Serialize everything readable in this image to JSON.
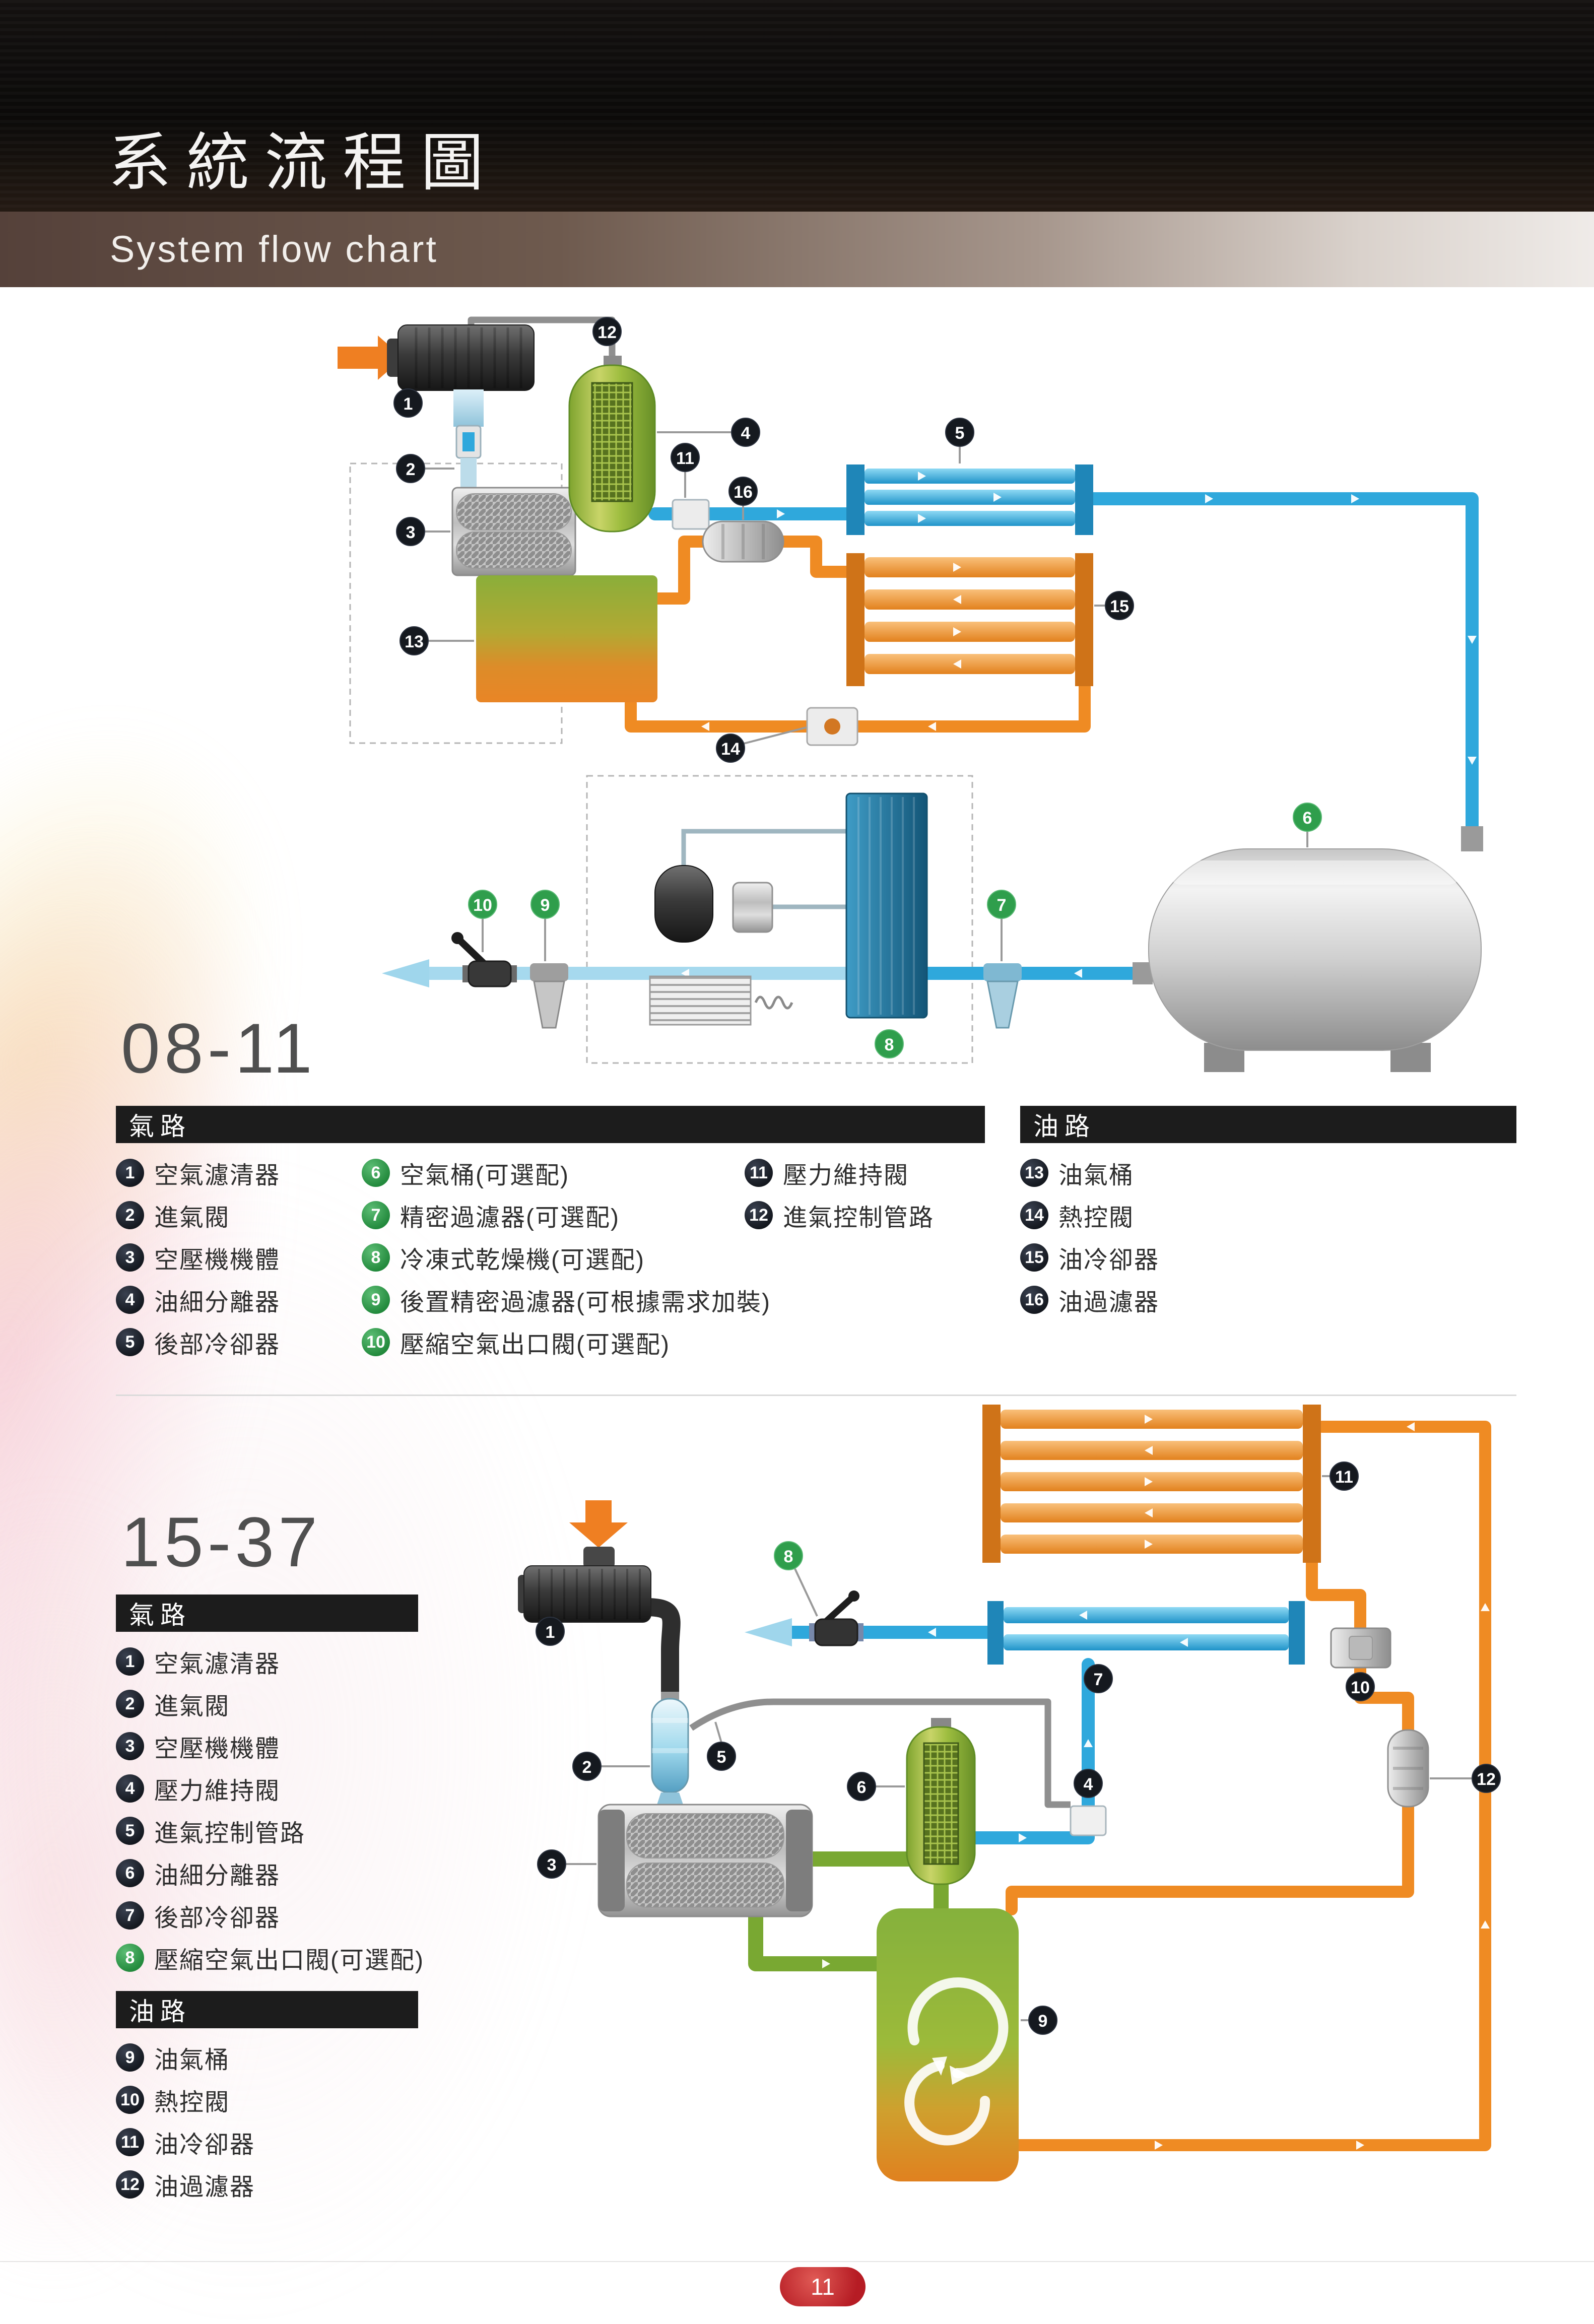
{
  "header": {
    "title": "系統流程圖",
    "subtitle": "System flow chart"
  },
  "page_number": "11",
  "colors": {
    "air_pipe": "#2fa8dc",
    "air_pipe_light": "#a6d9ee",
    "oil_pipe": "#ef8b23",
    "intake_arrow_orange": "#ef7f22",
    "legend_bar": "#1c1c1c",
    "badge_dark": "#15191f",
    "badge_optional_green": "#2f9e4c",
    "page_badge_red": "#b61c24"
  },
  "sections": [
    {
      "model": "08-11",
      "air": {
        "label": "氣路",
        "items": [
          {
            "num": "1",
            "label": "空氣濾清器",
            "optional": false
          },
          {
            "num": "2",
            "label": "進氣閥",
            "optional": false
          },
          {
            "num": "3",
            "label": "空壓機機體",
            "optional": false
          },
          {
            "num": "4",
            "label": "油細分離器",
            "optional": false
          },
          {
            "num": "5",
            "label": "後部冷卻器",
            "optional": false
          },
          {
            "num": "6",
            "label": "空氣桶(可選配)",
            "optional": true
          },
          {
            "num": "7",
            "label": "精密過濾器(可選配)",
            "optional": true
          },
          {
            "num": "8",
            "label": "冷凍式乾燥機(可選配)",
            "optional": true
          },
          {
            "num": "9",
            "label": "後置精密過濾器(可根據需求加裝)",
            "optional": true
          },
          {
            "num": "10",
            "label": "壓縮空氣出口閥(可選配)",
            "optional": true
          },
          {
            "num": "11",
            "label": "壓力維持閥",
            "optional": false
          },
          {
            "num": "12",
            "label": "進氣控制管路",
            "optional": false
          }
        ]
      },
      "oil": {
        "label": "油路",
        "items": [
          {
            "num": "13",
            "label": "油氣桶",
            "optional": false
          },
          {
            "num": "14",
            "label": "熱控閥",
            "optional": false
          },
          {
            "num": "15",
            "label": "油冷卻器",
            "optional": false
          },
          {
            "num": "16",
            "label": "油過濾器",
            "optional": false
          }
        ]
      }
    },
    {
      "model": "15-37",
      "air": {
        "label": "氣路",
        "items": [
          {
            "num": "1",
            "label": "空氣濾清器",
            "optional": false
          },
          {
            "num": "2",
            "label": "進氣閥",
            "optional": false
          },
          {
            "num": "3",
            "label": "空壓機機體",
            "optional": false
          },
          {
            "num": "4",
            "label": "壓力維持閥",
            "optional": false
          },
          {
            "num": "5",
            "label": "進氣控制管路",
            "optional": false
          },
          {
            "num": "6",
            "label": "油細分離器",
            "optional": false
          },
          {
            "num": "7",
            "label": "後部冷卻器",
            "optional": false
          },
          {
            "num": "8",
            "label": "壓縮空氣出口閥(可選配)",
            "optional": true
          }
        ]
      },
      "oil": {
        "label": "油路",
        "items": [
          {
            "num": "9",
            "label": "油氣桶",
            "optional": false
          },
          {
            "num": "10",
            "label": "熱控閥",
            "optional": false
          },
          {
            "num": "11",
            "label": "油冷卻器",
            "optional": false
          },
          {
            "num": "12",
            "label": "油過濾器",
            "optional": false
          }
        ]
      }
    }
  ]
}
